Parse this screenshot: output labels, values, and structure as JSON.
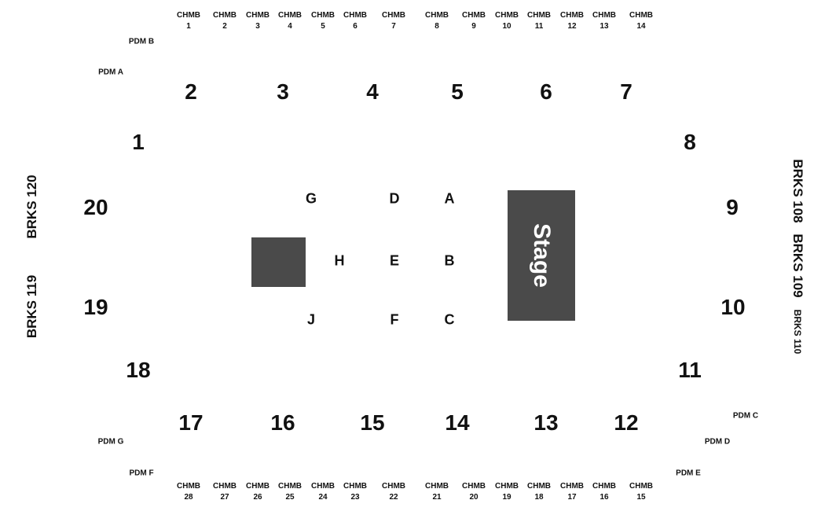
{
  "colors": {
    "block": "#4a4a4a",
    "stage_text": "#ffffff",
    "labels": "#111111"
  },
  "chambers_top": [
    {
      "line1": "CHMB",
      "line2": "1"
    },
    {
      "line1": "CHMB",
      "line2": "2"
    },
    {
      "line1": "CHMB",
      "line2": "3"
    },
    {
      "line1": "CHMB",
      "line2": "4"
    },
    {
      "line1": "CHMB",
      "line2": "5"
    },
    {
      "line1": "CHMB",
      "line2": "6"
    },
    {
      "line1": "CHMB",
      "line2": "7"
    },
    {
      "line1": "CHMB",
      "line2": "8"
    },
    {
      "line1": "CHMB",
      "line2": "9"
    },
    {
      "line1": "CHMB",
      "line2": "10"
    },
    {
      "line1": "CHMB",
      "line2": "11"
    },
    {
      "line1": "CHMB",
      "line2": "12"
    },
    {
      "line1": "CHMB",
      "line2": "13"
    },
    {
      "line1": "CHMB",
      "line2": "14"
    }
  ],
  "chambers_bottom": [
    {
      "line1": "CHMB",
      "line2": "28"
    },
    {
      "line1": "CHMB",
      "line2": "27"
    },
    {
      "line1": "CHMB",
      "line2": "26"
    },
    {
      "line1": "CHMB",
      "line2": "25"
    },
    {
      "line1": "CHMB",
      "line2": "24"
    },
    {
      "line1": "CHMB",
      "line2": "23"
    },
    {
      "line1": "CHMB",
      "line2": "22"
    },
    {
      "line1": "CHMB",
      "line2": "21"
    },
    {
      "line1": "CHMB",
      "line2": "20"
    },
    {
      "line1": "CHMB",
      "line2": "19"
    },
    {
      "line1": "CHMB",
      "line2": "18"
    },
    {
      "line1": "CHMB",
      "line2": "17"
    },
    {
      "line1": "CHMB",
      "line2": "16"
    },
    {
      "line1": "CHMB",
      "line2": "15"
    }
  ],
  "podiums": [
    "PDM A",
    "PDM B",
    "PDM C",
    "PDM D",
    "PDM E",
    "PDM F",
    "PDM G"
  ],
  "sections": [
    "1",
    "2",
    "3",
    "4",
    "5",
    "6",
    "7",
    "8",
    "9",
    "10",
    "11",
    "12",
    "13",
    "14",
    "15",
    "16",
    "17",
    "18",
    "19",
    "20"
  ],
  "floor": [
    "A",
    "B",
    "C",
    "D",
    "E",
    "F",
    "G",
    "H",
    "J"
  ],
  "boxes": [
    "BRKS 120",
    "BRKS 119",
    "BRKS 108",
    "BRKS 109",
    "BRKS 110"
  ],
  "stage": {
    "label": "Stage"
  }
}
